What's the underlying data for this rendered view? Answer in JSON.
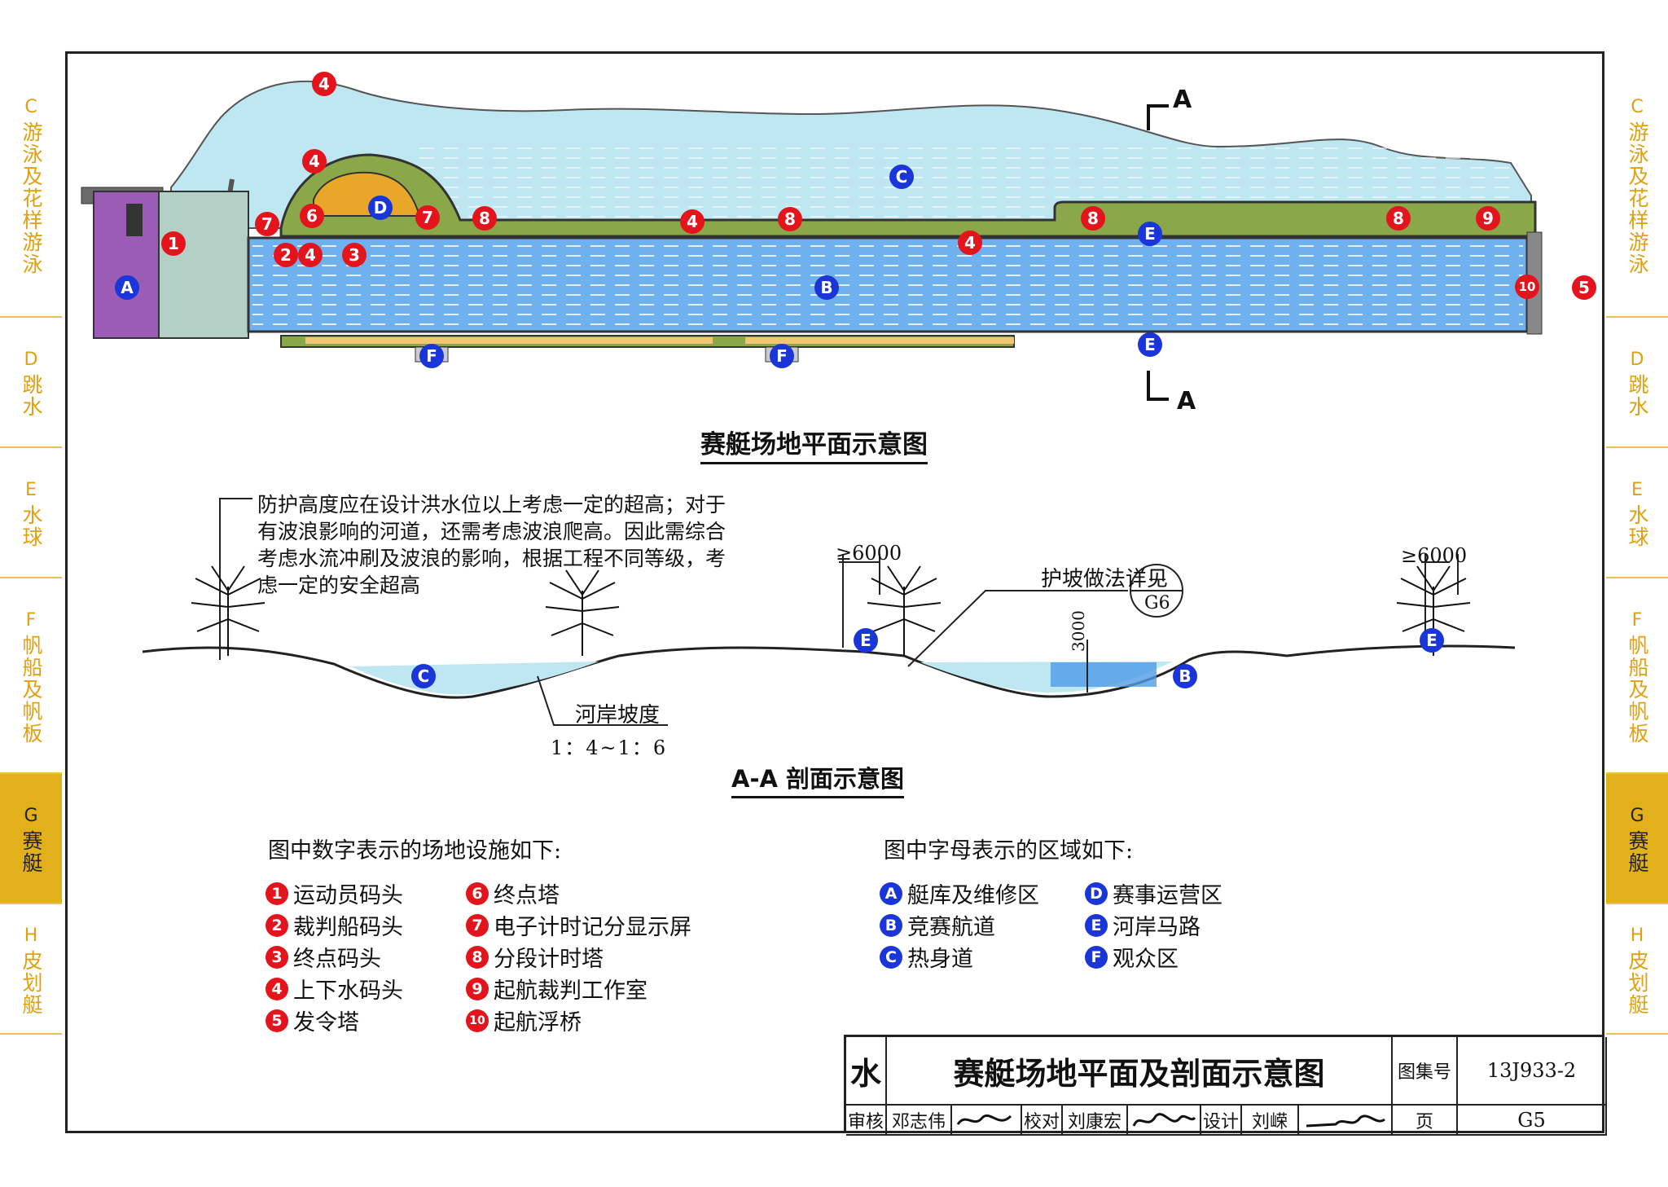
{
  "side_tabs": [
    {
      "code": "C",
      "label": "游泳及花样游泳",
      "active": false
    },
    {
      "code": "D",
      "label": "跳水",
      "active": false
    },
    {
      "code": "E",
      "label": "水球",
      "active": false
    },
    {
      "code": "F",
      "label": "帆船及帆板",
      "active": false
    },
    {
      "code": "G",
      "label": "赛艇",
      "active": true
    },
    {
      "code": "H",
      "label": "皮划艇",
      "active": false
    }
  ],
  "plan": {
    "title": "赛艇场地平面示意图",
    "section_mark": "A",
    "markers_numbers": [
      "1",
      "2",
      "3",
      "4",
      "4",
      "4",
      "4",
      "4",
      "5",
      "6",
      "7",
      "7",
      "8",
      "8",
      "8",
      "8",
      "9",
      "10"
    ],
    "markers_letters": [
      "A",
      "B",
      "C",
      "D",
      "E",
      "E",
      "F",
      "F"
    ]
  },
  "section": {
    "title": "A-A 剖面示意图",
    "note": [
      "防护高度应在设计洪水位以上考虑一定的超高；对于",
      "有波浪影响的河道，还需考虑波浪爬高。因此需综合",
      "考虑水流冲刷及波浪的影响，根据工程不同等级，考",
      "虑一定的安全超高"
    ],
    "dim_left": "≥6000",
    "dim_right": "≥6000",
    "slope_label": "护坡做法详见",
    "slope_ref_top": "—",
    "slope_ref_bottom": "G6",
    "bank_slope_label": "河岸坡度",
    "bank_slope_ratio": "1：4~1：6",
    "depth": "3000",
    "letter_c": "C",
    "letter_b": "B",
    "letter_e": "E"
  },
  "legend_numbers": {
    "heading": "图中数字表示的场地设施如下:",
    "items": [
      {
        "n": "1",
        "label": "运动员码头"
      },
      {
        "n": "2",
        "label": "裁判船码头"
      },
      {
        "n": "3",
        "label": "终点码头"
      },
      {
        "n": "4",
        "label": "上下水码头"
      },
      {
        "n": "5",
        "label": "发令塔"
      },
      {
        "n": "6",
        "label": "终点塔"
      },
      {
        "n": "7",
        "label": "电子计时记分显示屏"
      },
      {
        "n": "8",
        "label": "分段计时塔"
      },
      {
        "n": "9",
        "label": "起航裁判工作室"
      },
      {
        "n": "10",
        "label": "起航浮桥"
      }
    ]
  },
  "legend_letters": {
    "heading": "图中字母表示的区域如下:",
    "items": [
      {
        "n": "A",
        "label": "艇库及维修区"
      },
      {
        "n": "B",
        "label": "竞赛航道"
      },
      {
        "n": "C",
        "label": "热身道"
      },
      {
        "n": "D",
        "label": "赛事运营区"
      },
      {
        "n": "E",
        "label": "河岸马路"
      },
      {
        "n": "F",
        "label": "观众区"
      }
    ]
  },
  "title_block": {
    "category": "水",
    "drawing_title": "赛艇场地平面及剖面示意图",
    "atlas_label": "图集号",
    "atlas_no": "13J933-2",
    "review_label": "审核",
    "reviewer": "邓志伟",
    "check_label": "校对",
    "checker": "刘康宏",
    "design_label": "设计",
    "designer": "刘嵘",
    "page_label": "页",
    "page_no": "G5"
  },
  "colors": {
    "tab_text": "#e0a010",
    "tab_active": "#e2b01a",
    "marker_red": "#e3141c",
    "marker_blue": "#1a36d8",
    "water_light": "#bfe7f2",
    "water_course": "#6fb0ef",
    "bank_green": "#8aa84a",
    "boathouse": "#9a5cb4",
    "ops_area": "#e9a72a"
  }
}
